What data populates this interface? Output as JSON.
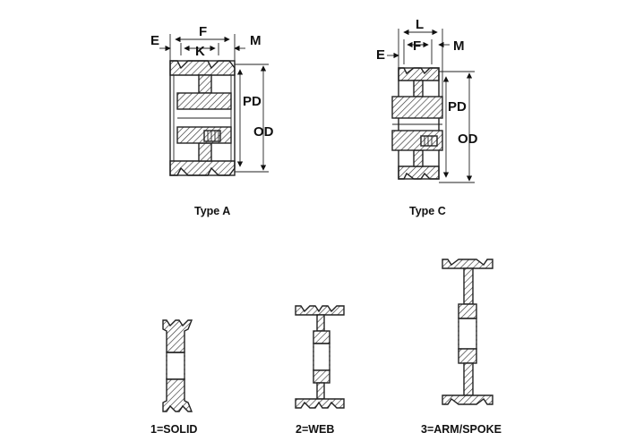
{
  "labels": {
    "type_a": {
      "E": "E",
      "F": "F",
      "K": "K",
      "M": "M",
      "PD": "PD",
      "OD": "OD",
      "caption": "Type A"
    },
    "type_c": {
      "L": "L",
      "E": "E",
      "F": "F",
      "M": "M",
      "PD": "PD",
      "OD": "OD",
      "caption": "Type C"
    },
    "hubs": {
      "solid": "1=SOLID",
      "web": "2=WEB",
      "arm": "3=ARM/SPOKE"
    }
  }
}
